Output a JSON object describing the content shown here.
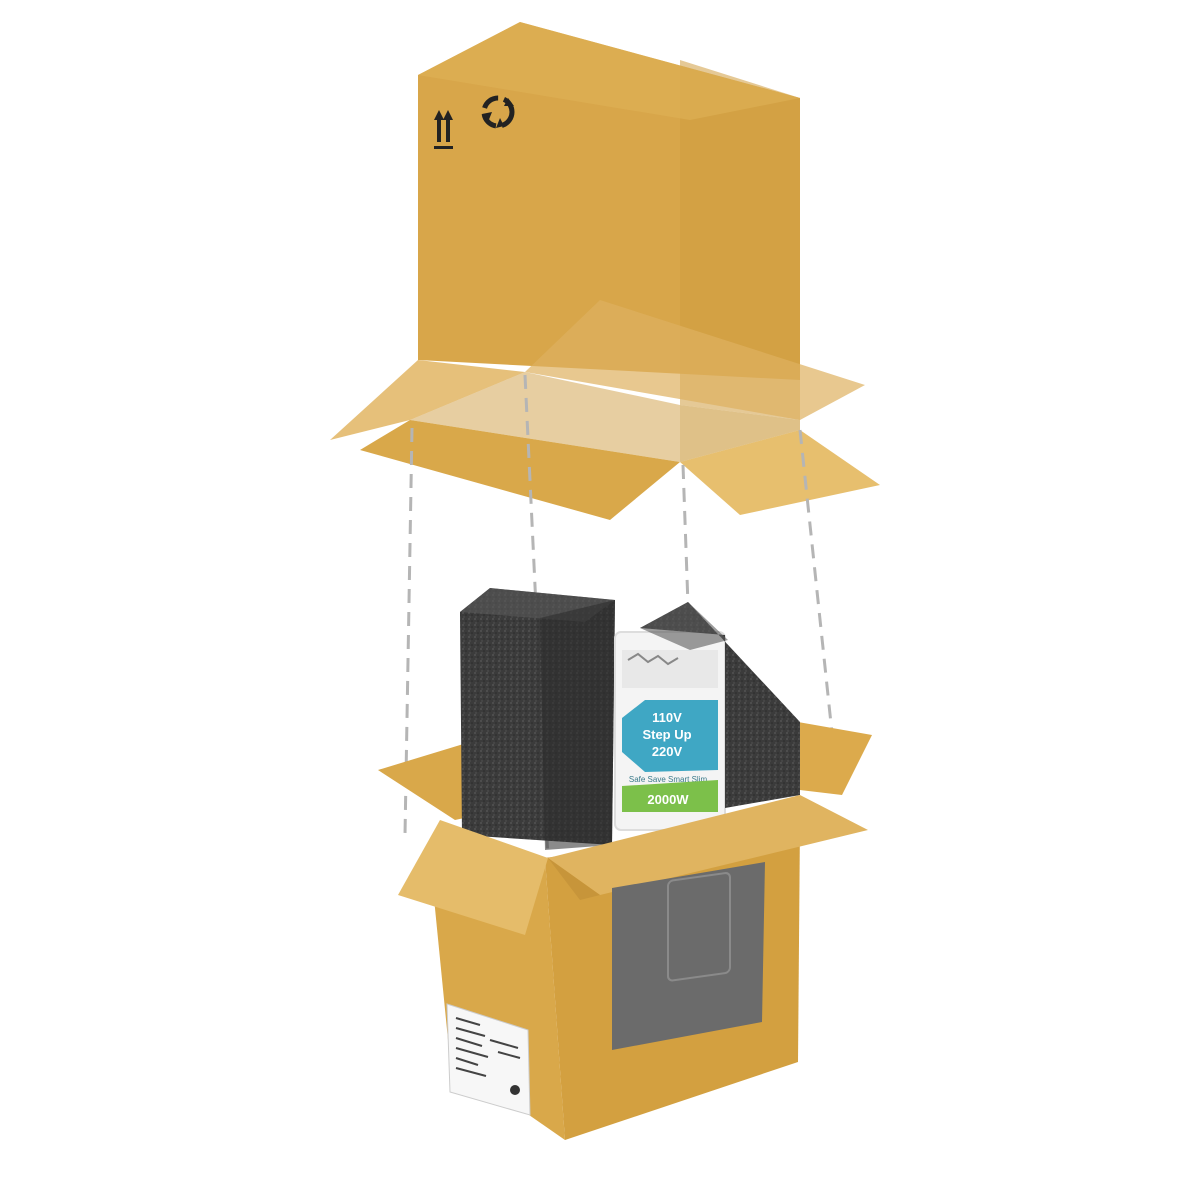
{
  "product": {
    "voltage_in": "110V",
    "mode": "Step Up",
    "voltage_out": "220V",
    "model_line": "Safe Save Smart Slim",
    "power": "2000W"
  },
  "colors": {
    "cardboard": "#d9a84a",
    "foam": "#3a3a3a",
    "tag_blue": "#3fa7c4",
    "tag_green": "#7cc04a",
    "guide_dash": "#b5b5b5"
  },
  "icons": [
    "this-way-up-icon",
    "recycle-icon"
  ]
}
